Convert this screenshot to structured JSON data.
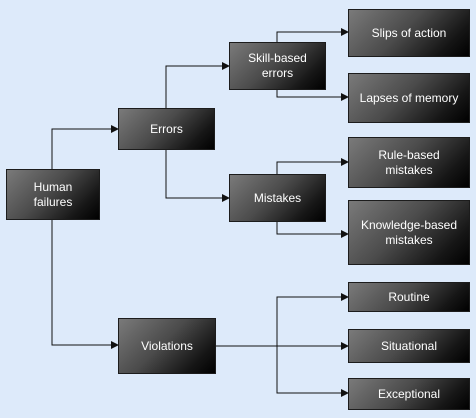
{
  "diagram": {
    "root": {
      "label": "Human\nfailures"
    },
    "level1": {
      "errors": {
        "label": "Errors"
      },
      "violations": {
        "label": "Violations"
      }
    },
    "level2": {
      "skill_based": {
        "label": "Skill-based\nerrors"
      },
      "mistakes": {
        "label": "Mistakes"
      }
    },
    "leaves": {
      "slips": {
        "label": "Slips of action"
      },
      "lapses": {
        "label": "Lapses of memory"
      },
      "rule_based": {
        "label": "Rule-based\nmistakes"
      },
      "knowledge_based": {
        "label": "Knowledge-based\nmistakes"
      },
      "routine": {
        "label": "Routine"
      },
      "situational": {
        "label": "Situational"
      },
      "exceptional": {
        "label": "Exceptional"
      }
    }
  },
  "colors": {
    "background": "#ddeafa",
    "connector": "#111111",
    "text": "#ffffff"
  }
}
